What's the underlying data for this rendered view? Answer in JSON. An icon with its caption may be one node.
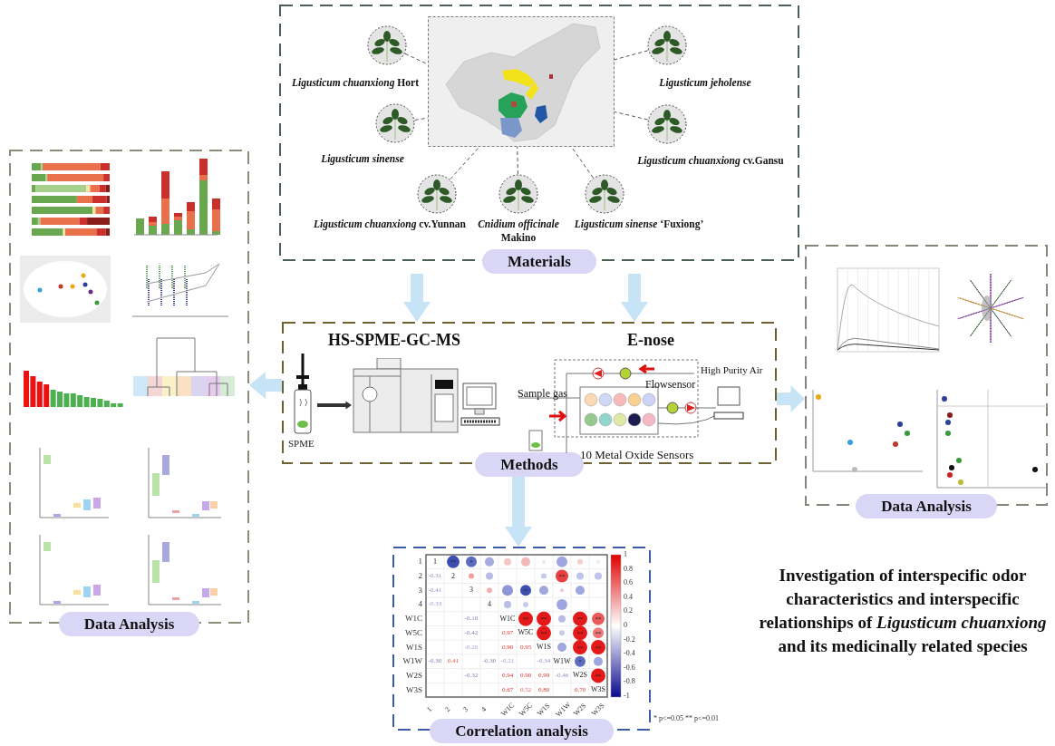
{
  "diagram": {
    "title": "Investigation of interspecific odor characteristics and interspecific relationships of *Ligusticum chuanxiong* and its medicinally related species",
    "nodes": [
      {
        "text": [
          "Materials"
        ]
      },
      {
        "text": [],
        "shape": "picture",
        "in": 0
      },
      {
        "text": [
          "*Ligusticum chuanxiong* Hort"
        ],
        "in": 0
      },
      {
        "text": [
          "Ligusticum jeholense"
        ],
        "in": 0
      },
      {
        "text": [
          "Ligusticum sinense"
        ],
        "in": 0
      },
      {
        "text": [
          "*Ligusticum chuanxiong* cv.Gansu"
        ],
        "in": 0
      },
      {
        "text": [
          "*Ligusticum chuanxiong* cv.Yunnan"
        ],
        "in": 0
      },
      {
        "text": [
          "*Cnidium officinale* Makino"
        ],
        "in": 0
      },
      {
        "text": [
          "*Ligusticum sinense* ‘Fuxiong’"
        ],
        "in": 0
      },
      {
        "text": [
          "Methods"
        ]
      },
      {
        "text": [
          "SPME"
        ],
        "in": 9
      },
      {
        "text": [],
        "shape": "picture",
        "in": 9
      },
      {
        "text": [
          "Data Analysis"
        ]
      },
      {
        "text": [
          "Data Analysis"
        ]
      },
      {
        "text": [
          "Correlation analysis"
        ],
        "beside": [
          "* p<=0.05 ** p<=0.01"
        ]
      }
    ],
    "edges": [
      {
        "from": 2,
        "to": 1,
        "arrow": "none",
        "style": "dashed"
      },
      {
        "from": 3,
        "to": 1,
        "arrow": "none",
        "style": "dashed"
      },
      {
        "from": 4,
        "to": 1,
        "arrow": "none",
        "style": "dashed"
      },
      {
        "from": 5,
        "to": 1,
        "arrow": "none",
        "style": "dashed"
      },
      {
        "from": 6,
        "to": 1,
        "arrow": "none",
        "style": "dashed"
      },
      {
        "from": 7,
        "to": 1,
        "arrow": "none",
        "style": "dashed"
      },
      {
        "from": 8,
        "to": 1,
        "arrow": "none",
        "style": "dashed"
      },
      {
        "from": 0,
        "to": 9,
        "arrow": "to",
        "style": "thick",
        "color": "#c7e3f6"
      },
      {
        "from": 0,
        "to": 9,
        "arrow": "to",
        "style": "thick",
        "color": "#c7e3f6"
      },
      {
        "from": 9,
        "to": 12,
        "arrow": "to",
        "style": "thick",
        "color": "#c7e3f6"
      },
      {
        "from": 9,
        "to": 13,
        "arrow": "to",
        "style": "thick",
        "color": "#c7e3f6"
      },
      {
        "from": 9,
        "to": 14,
        "arrow": "to",
        "style": "thick",
        "color": "#c7e3f6"
      },
      {
        "from": 10,
        "to": 11,
        "arrow": "to",
        "style": "thick",
        "color": "#333333"
      }
    ],
    "labels": [
      "HS-SPME-GC-MS",
      "E-nose",
      "High Purity Air",
      "Flowsensor",
      "Sample gas",
      "10 Metal Oxide Sensors",
      "1",
      "2",
      "3",
      "4",
      "W1C",
      "W5C",
      "W1S",
      "W1W",
      "W2S",
      "W3S",
      "1",
      "2",
      "3",
      "4",
      "W1C",
      "W5C",
      "W1S",
      "W1W",
      "W2S",
      "W3S",
      "1",
      "2",
      "3",
      "4",
      "W1C",
      "W5C",
      "W1S",
      "W1W",
      "W2S",
      "W3S",
      "-0.31",
      "-0.41",
      "-0.33",
      "-0.10",
      "-0.42",
      "0.97",
      "-0.20",
      "0.90",
      "0.95",
      "-0.30",
      "0.41",
      "-0.30",
      "-0.21",
      "-0.34",
      "-0.32",
      "0.94",
      "0.90",
      "0.99",
      "-0.46",
      "0.67",
      "0.52",
      "0.80",
      "0.70",
      "**",
      "*",
      "**",
      "*",
      "**",
      "**",
      "**",
      "**",
      "**",
      "**",
      "**",
      "**",
      "**",
      "*",
      "**",
      "1",
      "0.8",
      "0.6",
      "0.4",
      "0.2",
      "0",
      "-0.2",
      "-0.4",
      "-0.6",
      "-0.8",
      "-1"
    ]
  }
}
